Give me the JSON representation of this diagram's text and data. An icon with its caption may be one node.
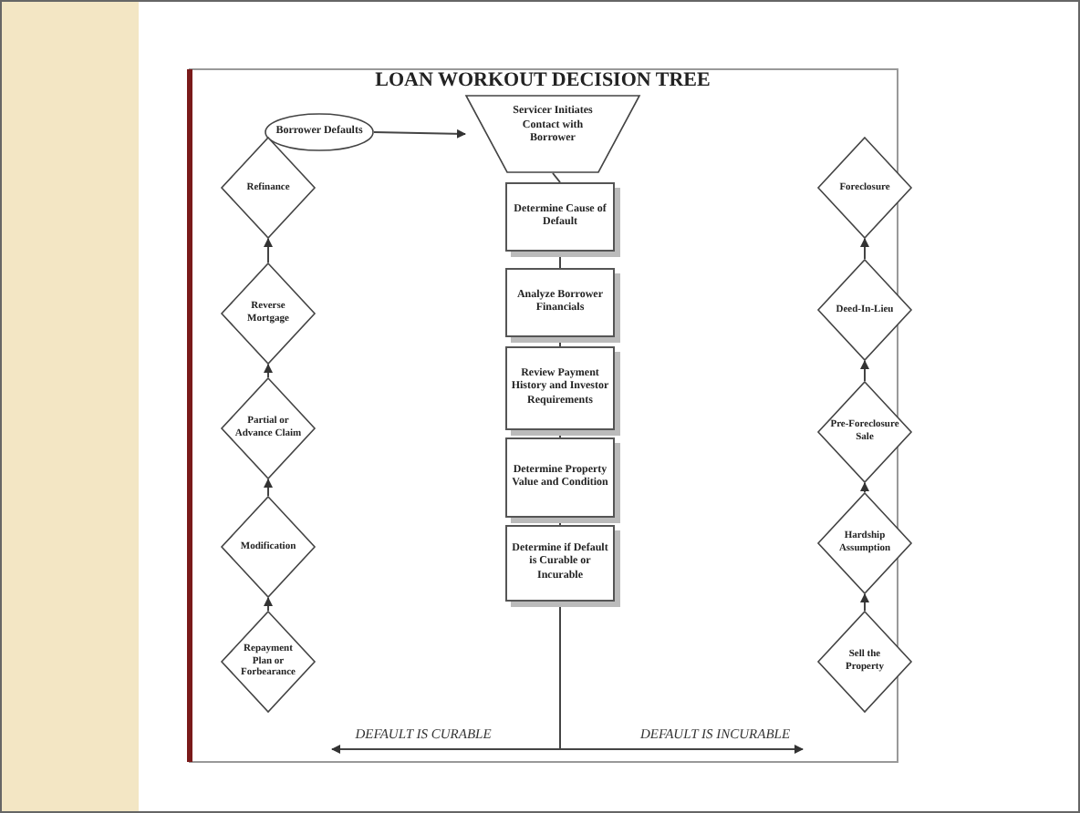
{
  "diagram": {
    "title": "LOAN WORKOUT DECISION TREE",
    "nodes": [
      {
        "text": [
          "Borrower Defaults"
        ]
      },
      {
        "text": [
          "Servicer Initiates Contact with Borrower"
        ]
      },
      {
        "text": [
          "Determine Cause of Default"
        ]
      },
      {
        "text": [
          "Analyze Borrower Financials"
        ]
      },
      {
        "text": [
          "Review Payment History and Investor Requirements"
        ]
      },
      {
        "text": [
          "Determine Property Value and Condition"
        ]
      },
      {
        "text": [
          "Determine if Default is Curable or Incurable"
        ]
      },
      {
        "text": [
          "Refinance"
        ]
      },
      {
        "text": [
          "Reverse Mortgage"
        ]
      },
      {
        "text": [
          "Partial or Advance Claim"
        ]
      },
      {
        "text": [
          "Modification"
        ]
      },
      {
        "text": [
          "Repayment Plan or Forbearance"
        ]
      },
      {
        "text": [
          "Foreclosure"
        ]
      },
      {
        "text": [
          "Deed-In-Lieu"
        ]
      },
      {
        "text": [
          "Pre-Foreclosure Sale"
        ]
      },
      {
        "text": [
          "Hardship Assumption"
        ]
      },
      {
        "text": [
          "Sell the Property"
        ]
      }
    ],
    "edges": [
      {
        "from": 0,
        "to": 1,
        "arrow": "to"
      },
      {
        "from": 1,
        "to": 2,
        "arrow": "none"
      },
      {
        "from": 2,
        "to": 3,
        "arrow": "none"
      },
      {
        "from": 3,
        "to": 4,
        "arrow": "none"
      },
      {
        "from": 4,
        "to": 5,
        "arrow": "none"
      },
      {
        "from": 5,
        "to": 6,
        "arrow": "none"
      },
      {
        "from": 6,
        "to": null,
        "arrow": "to",
        "label": "DEFAULT IS CURABLE"
      },
      {
        "from": 6,
        "to": null,
        "arrow": "to",
        "label": "DEFAULT IS INCURABLE"
      },
      {
        "from": 11,
        "to": 10,
        "arrow": "to"
      },
      {
        "from": 10,
        "to": 9,
        "arrow": "to"
      },
      {
        "from": 9,
        "to": 8,
        "arrow": "to"
      },
      {
        "from": 8,
        "to": 7,
        "arrow": "to"
      },
      {
        "from": 16,
        "to": 15,
        "arrow": "to"
      },
      {
        "from": 15,
        "to": 14,
        "arrow": "to"
      },
      {
        "from": 14,
        "to": 13,
        "arrow": "to"
      },
      {
        "from": 13,
        "to": 12,
        "arrow": "to"
      }
    ]
  }
}
